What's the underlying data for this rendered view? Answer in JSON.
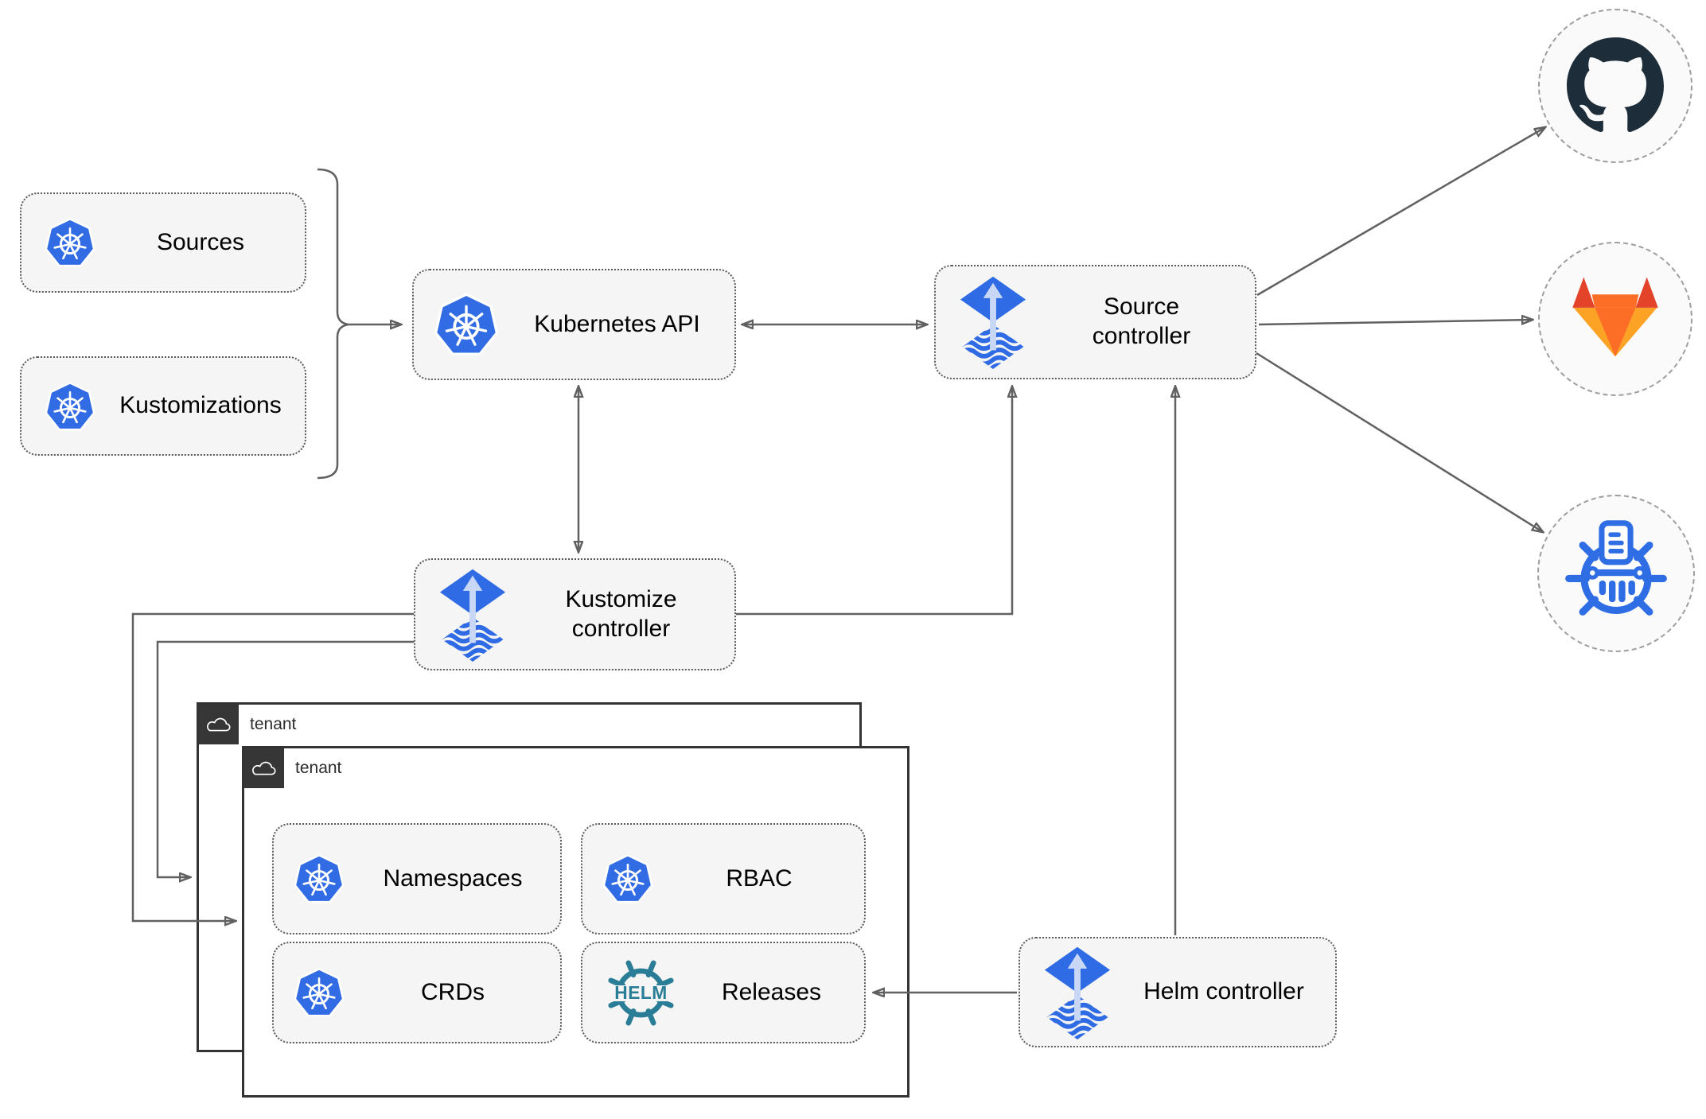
{
  "diagram": {
    "boxes": {
      "sources": "Sources",
      "kustomizations": "Kustomizations",
      "kubernetes_api": "Kubernetes API",
      "source_controller": "Source controller",
      "kustomize_controller": "Kustomize controller",
      "helm_controller": "Helm controller",
      "namespaces": "Namespaces",
      "rbac": "RBAC",
      "crds": "CRDs",
      "releases": "Releases"
    },
    "groups": {
      "tenant_back": "tenant",
      "tenant_front": "tenant"
    },
    "external_targets": [
      {
        "name": "github",
        "icon": "github-icon"
      },
      {
        "name": "gitlab",
        "icon": "gitlab-icon"
      },
      {
        "name": "harbor-registry",
        "icon": "harbor-registry-icon"
      }
    ],
    "icons": {
      "kubernetes": "kubernetes-wheel-icon",
      "flux": "flux-diamond-arrow-icon",
      "cloud": "cloud-icon",
      "helm_wheel": "helm-wheel-icon",
      "helm_wordmark": "HELM"
    },
    "colors": {
      "kubernetes_blue": "#326ce5",
      "flux_blue": "#2f6be4",
      "flux_arrow_light": "#c9d7f6",
      "helm_teal": "#2a7d96",
      "github_dark": "#1d2d3a",
      "gitlab_red": "#e24329",
      "gitlab_orange": "#fc6d26",
      "gitlab_amber": "#fca326",
      "harbor_blue": "#2f6de5",
      "connector_gray": "#616161",
      "node_fill": "#f5f5f5",
      "tenant_border": "#333333"
    }
  }
}
